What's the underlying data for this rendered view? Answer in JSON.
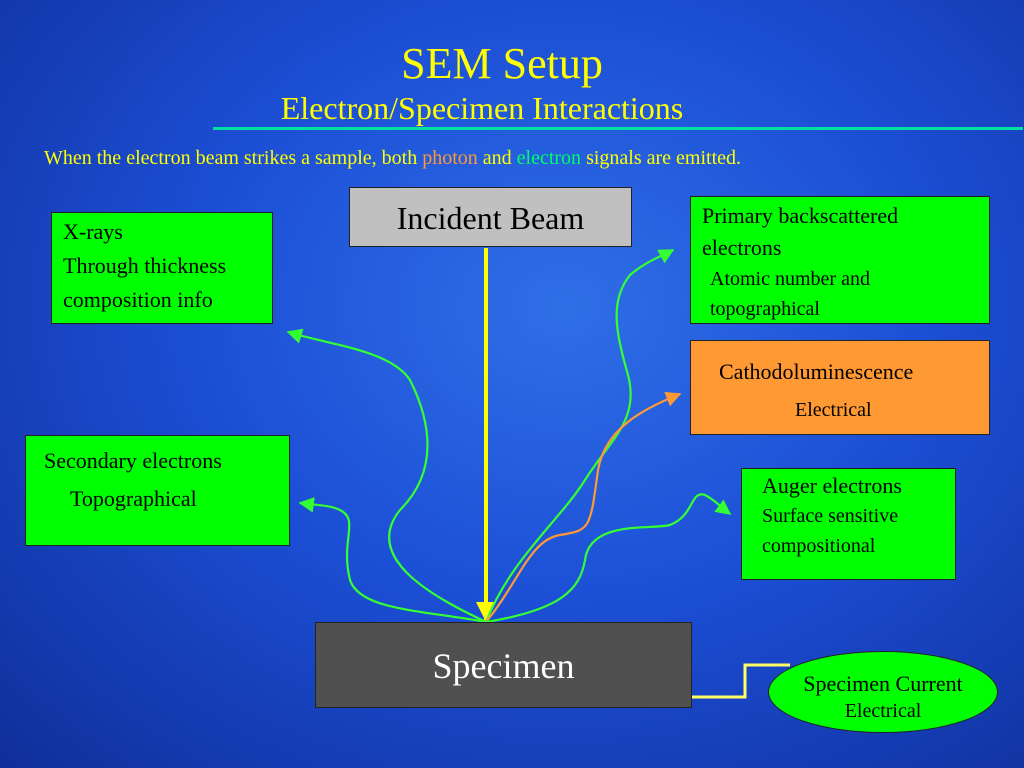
{
  "slide": {
    "title": "SEM Setup",
    "subtitle": "Electron/Specimen Interactions",
    "intro": {
      "text_before": "When the electron beam strikes a sample, both ",
      "photon": "photon",
      "text_middle": " and ",
      "electron": "electron",
      "text_after": " signals are emitted."
    }
  },
  "boxes": {
    "incident_beam": "Incident Beam",
    "specimen": "Specimen",
    "xrays": {
      "line1": "X-rays",
      "line2": "Through thickness",
      "line3": "composition info"
    },
    "secondary": {
      "line1": "Secondary electrons",
      "line2": "Topographical"
    },
    "backscatter": {
      "line1": "Primary backscattered",
      "line2": "electrons",
      "line3": "Atomic number and",
      "line4": "topographical"
    },
    "cathodo": {
      "line1": "Cathodoluminescence",
      "line2": "Electrical"
    },
    "auger": {
      "line1": "Auger electrons",
      "line2": "Surface sensitive",
      "line3": "compositional"
    },
    "specimen_current": {
      "line1": "Specimen Current",
      "line2": "Electrical"
    }
  },
  "colors": {
    "title": "#ffff00",
    "photon": "#ff9933",
    "electron": "#00ff66",
    "electron_signal": "#33ff33",
    "photon_signal": "#ff9933",
    "beam": "#ffff00",
    "box_green": "#00ff00",
    "box_orange": "#ff9933"
  }
}
